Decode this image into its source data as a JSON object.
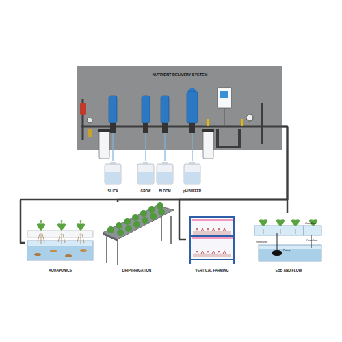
{
  "diagram": {
    "nodes": [
      {
        "text": [
          "NUTRIENT DELIVERY SYSTEM"
        ]
      },
      {
        "text": [
          "SILICA"
        ]
      },
      {
        "text": [
          "GROW"
        ]
      },
      {
        "text": [
          "BLOOM"
        ]
      },
      {
        "text": [
          "pH/BUFFER"
        ]
      },
      {
        "text": [
          "AQUAPONICS"
        ]
      },
      {
        "text": [
          "DRIP IRRIGATION"
        ]
      },
      {
        "text": [
          "VERTICAL FARMING"
        ]
      },
      {
        "text": [
          "EBB AND FLOW"
        ]
      }
    ],
    "edges": [
      {
        "from": 1,
        "to": 0,
        "arrow": "none"
      },
      {
        "from": 2,
        "to": 0,
        "arrow": "none"
      },
      {
        "from": 3,
        "to": 0,
        "arrow": "none"
      },
      {
        "from": 4,
        "to": 0,
        "arrow": "none"
      },
      {
        "from": 0,
        "to": 5,
        "arrow": "none"
      },
      {
        "from": 0,
        "to": 6,
        "arrow": "none"
      },
      {
        "from": 0,
        "to": 7,
        "arrow": "none"
      },
      {
        "from": 0,
        "to": 8,
        "arrow": "none"
      }
    ],
    "labels": [
      "Overflow",
      "Overflow",
      "Reservoir",
      "Pump"
    ]
  }
}
